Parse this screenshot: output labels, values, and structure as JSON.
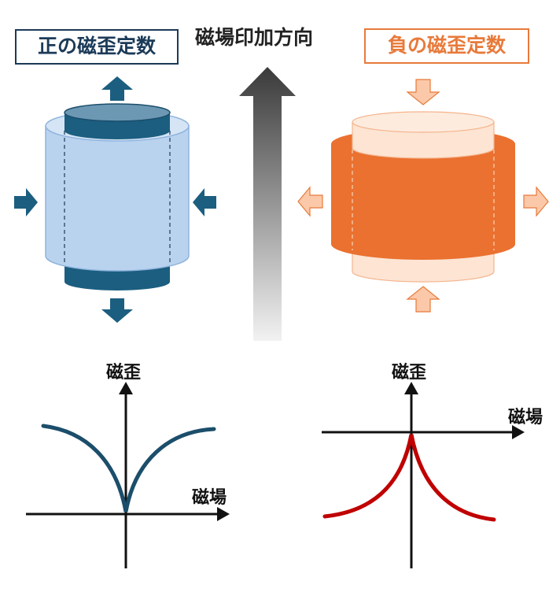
{
  "titles": {
    "positive": "正の磁歪定数",
    "negative": "負の磁歪定数",
    "field_direction": "磁場印加方向"
  },
  "graphs": {
    "left": {
      "y_label": "磁歪",
      "x_label": "磁場"
    },
    "right": {
      "y_label": "磁歪",
      "x_label": "磁場"
    }
  },
  "colors": {
    "positive_dark": "#1b5e80",
    "positive_light": "#b9d3ef",
    "negative_dark": "#e87a3a",
    "negative_light": "#fbd9c4",
    "positive_curve": "#1b4e6b",
    "negative_curve": "#c00000"
  }
}
